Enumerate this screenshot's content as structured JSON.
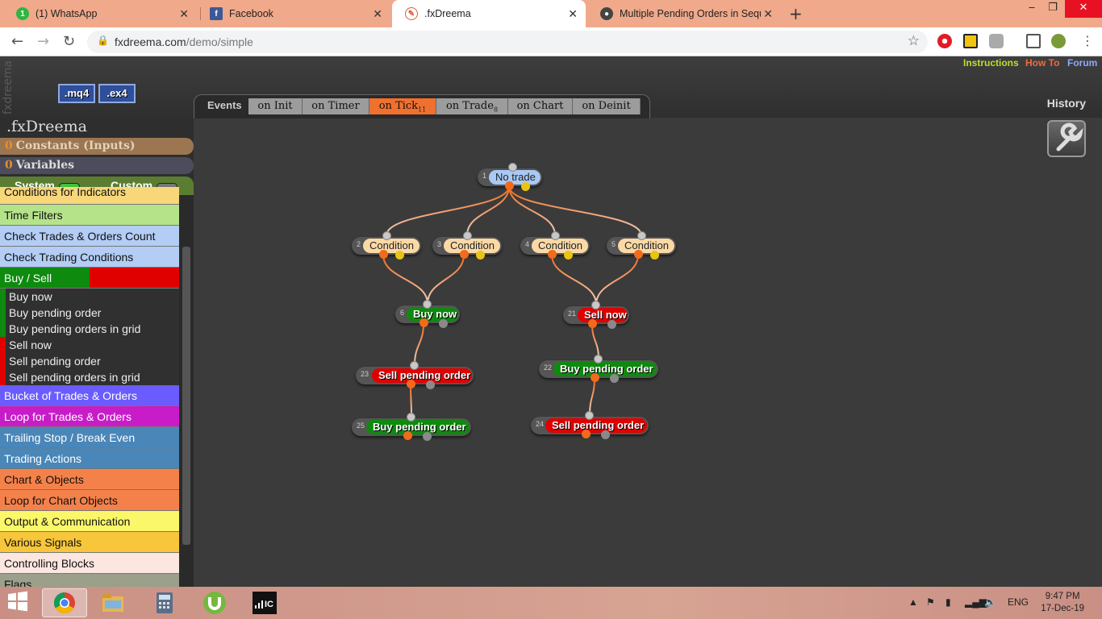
{
  "browser": {
    "tabs": [
      {
        "label": "(1) WhatsApp",
        "icon": "whatsapp-icon"
      },
      {
        "label": "Facebook",
        "icon": "facebook-icon"
      },
      {
        "label": ".fxDreema",
        "icon": "fxdreema-icon"
      },
      {
        "label": "Multiple Pending Orders in Sequ",
        "icon": "chrome-page-icon"
      }
    ],
    "url_domain": "fxdreema.com",
    "url_path": "/demo/simple"
  },
  "app": {
    "vertical_logo": "fxdreema",
    "name": ".fxDreema",
    "file_buttons": [
      ".mq4",
      ".ex4"
    ],
    "links": {
      "instructions": "Instructions",
      "howto": "How To",
      "forum": "Forum"
    },
    "history": "History",
    "events": {
      "label": "Events",
      "tabs": [
        {
          "label": "on Init",
          "badge": ""
        },
        {
          "label": "on Timer",
          "badge": ""
        },
        {
          "label": "on Tick",
          "badge": "11"
        },
        {
          "label": "on Trade",
          "badge": "8"
        },
        {
          "label": "on Chart",
          "badge": ""
        },
        {
          "label": "on Deinit",
          "badge": ""
        }
      ],
      "active": "on Tick"
    }
  },
  "sidebar": {
    "constants": {
      "counter": "0",
      "label": "Constants (Inputs)"
    },
    "variables": {
      "counter": "0",
      "label": "Variables"
    },
    "system_label": "System",
    "custom_label": "Custom",
    "categories": [
      {
        "label": "Conditions for Indicators",
        "color": "#f7d77a"
      },
      {
        "label": "Time Filters",
        "color": "#b5e38a"
      },
      {
        "label": "Check Trades & Orders Count",
        "color": "#b3cdf5"
      },
      {
        "label": "Check Trading Conditions",
        "color": "#b3cdf5"
      }
    ],
    "buysell": {
      "label": "Buy / Sell",
      "items": [
        {
          "label": "Buy now",
          "side": "buy"
        },
        {
          "label": "Buy pending order",
          "side": "buy"
        },
        {
          "label": "Buy pending orders in grid",
          "side": "buy"
        },
        {
          "label": "Sell now",
          "side": "sell"
        },
        {
          "label": "Sell pending order",
          "side": "sell"
        },
        {
          "label": "Sell pending orders in grid",
          "side": "sell"
        }
      ]
    },
    "categories2": [
      {
        "label": "Bucket of Trades & Orders",
        "color": "#6a5cff",
        "text": "#ffffff"
      },
      {
        "label": "Loop for Trades & Orders",
        "color": "#c81cc8",
        "text": "#ffffff"
      },
      {
        "label": "Trailing Stop / Break Even",
        "color": "#4a86b8",
        "text": "#ffffff"
      },
      {
        "label": "Trading Actions",
        "color": "#4a86b8",
        "text": "#ffffff"
      },
      {
        "label": "Chart & Objects",
        "color": "#f5814a",
        "text": "#111111"
      },
      {
        "label": "Loop for Chart Objects",
        "color": "#f5814a",
        "text": "#111111"
      },
      {
        "label": "Output & Communication",
        "color": "#fbf76a",
        "text": "#111111"
      },
      {
        "label": "Various Signals",
        "color": "#f8c63a",
        "text": "#111111"
      },
      {
        "label": "Controlling Blocks",
        "color": "#fbe6e0",
        "text": "#111111"
      },
      {
        "label": "Flags",
        "color": "#9aa08a",
        "text": "#111111"
      }
    ]
  },
  "blocks": [
    {
      "num": "1",
      "label": "No trade",
      "type": "notrade"
    },
    {
      "num": "2",
      "label": "Condition",
      "type": "condition"
    },
    {
      "num": "3",
      "label": "Condition",
      "type": "condition"
    },
    {
      "num": "4",
      "label": "Condition",
      "type": "condition"
    },
    {
      "num": "5",
      "label": "Condition",
      "type": "condition"
    },
    {
      "num": "6",
      "label": "Buy now",
      "type": "buy"
    },
    {
      "num": "21",
      "label": "Sell now",
      "type": "sell"
    },
    {
      "num": "23",
      "label": "Sell pending order",
      "type": "sell"
    },
    {
      "num": "22",
      "label": "Buy pending order",
      "type": "buy"
    },
    {
      "num": "25",
      "label": "Buy pending order",
      "type": "buy"
    },
    {
      "num": "24",
      "label": "Sell pending order",
      "type": "sell"
    }
  ],
  "colors": {
    "buy": "#0e8a0e",
    "sell": "#e00000",
    "condition": "#fbd9a6",
    "notrade": "#a9c9f5",
    "accent": "#f07030"
  },
  "taskbar": {
    "apps": [
      "chrome-icon",
      "file-explorer-icon",
      "calculator-icon",
      "utorrent-icon",
      "ic-markets-icon"
    ],
    "language": "ENG",
    "time": "9:47 PM",
    "date": "17-Dec-19"
  }
}
